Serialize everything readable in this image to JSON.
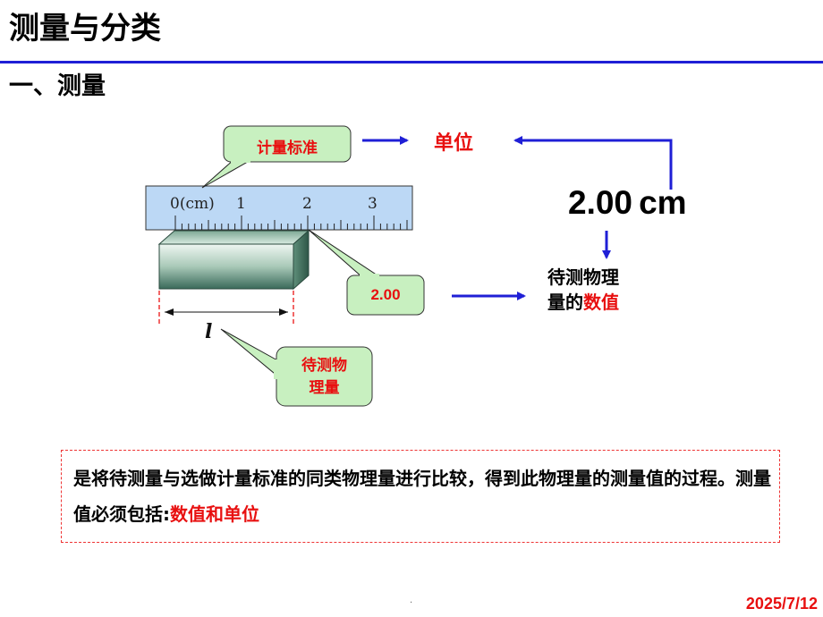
{
  "header": {
    "title": "测量与分类",
    "subtitle": "一、测量"
  },
  "diagram": {
    "standard_bubble": "计量标准",
    "unit_label": "单位",
    "value_bubble": "2.00",
    "measured_bubble_line1": "待测物",
    "measured_bubble_line2": "理量",
    "big_value": "2.00",
    "big_unit": "cm",
    "desc_line1": "待测物理",
    "desc_line2_prefix": "量的",
    "desc_line2_highlight": "数值",
    "length_symbol": "l",
    "ruler_labels": [
      "0(cm)",
      "1",
      "2",
      "3"
    ],
    "colors": {
      "bubble_fill": "#c8f0c0",
      "ruler_fill": "#bcd8f5",
      "arrow_blue": "#1f1fd6",
      "text_red": "#e81010",
      "block_dark": "#3a6a5a",
      "block_light": "#dfeee6"
    }
  },
  "definition": {
    "main_text": "是将待测量与选做计量标准的同类物理量进行比较，得到此物理量的测量值的过程。测量值必须包括:",
    "highlight": "数值和单位"
  },
  "footer": {
    "date": "2025/7/12",
    "dot": "."
  }
}
